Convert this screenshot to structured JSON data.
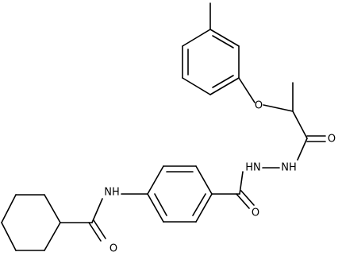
{
  "molecule": {
    "atoms": {
      "o_ether": "O",
      "o_hydrazide_carbonyl": "O",
      "n_hydrazide_1": "HN",
      "n_hydrazide_2": "NH",
      "o_aryl_carbonyl": "O",
      "n_amide": "NH",
      "o_amide_carbonyl": "O"
    },
    "colors": {
      "bond": "#000000",
      "label": "#000000",
      "background": "#ffffff"
    }
  }
}
